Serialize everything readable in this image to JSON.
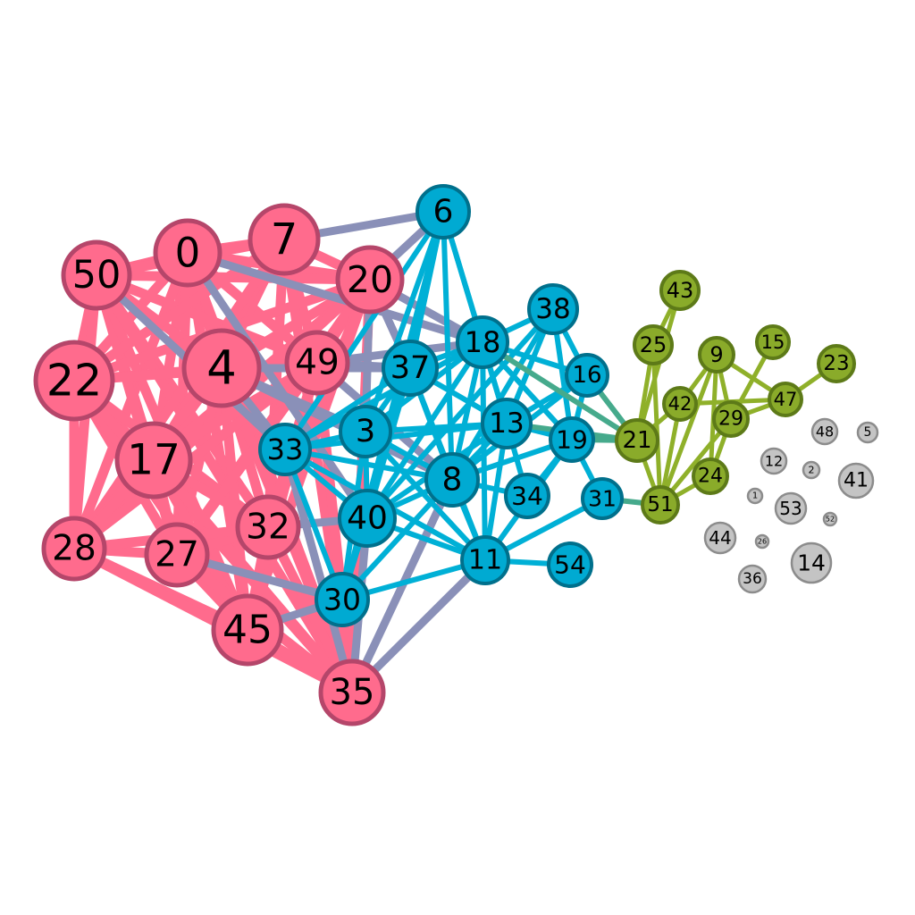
{
  "graph": {
    "colors": {
      "pink": "#ff6b8d",
      "pink_border": "#b5466a",
      "blue": "#00aad2",
      "blue_border": "#00708c",
      "green": "#8aab2a",
      "green_border": "#5d7a18",
      "gray": "#c4c4c4",
      "gray_border": "#8c8c8c",
      "edge_pink": "#ff6b8d",
      "edge_blue": "#00b0d6",
      "edge_green": "#8fb02a",
      "edge_mixed_pink_blue": "#8a90b8",
      "edge_mixed_blue_green": "#46aa8c"
    },
    "nodes": [
      {
        "id": "0",
        "group": "pink"
      },
      {
        "id": "50",
        "group": "pink"
      },
      {
        "id": "7",
        "group": "pink"
      },
      {
        "id": "20",
        "group": "pink"
      },
      {
        "id": "22",
        "group": "pink"
      },
      {
        "id": "4",
        "group": "pink"
      },
      {
        "id": "49",
        "group": "pink"
      },
      {
        "id": "17",
        "group": "pink"
      },
      {
        "id": "28",
        "group": "pink"
      },
      {
        "id": "27",
        "group": "pink"
      },
      {
        "id": "32",
        "group": "pink"
      },
      {
        "id": "45",
        "group": "pink"
      },
      {
        "id": "35",
        "group": "pink"
      },
      {
        "id": "6",
        "group": "blue"
      },
      {
        "id": "38",
        "group": "blue"
      },
      {
        "id": "18",
        "group": "blue"
      },
      {
        "id": "37",
        "group": "blue"
      },
      {
        "id": "16",
        "group": "blue"
      },
      {
        "id": "3",
        "group": "blue"
      },
      {
        "id": "13",
        "group": "blue"
      },
      {
        "id": "33",
        "group": "blue"
      },
      {
        "id": "19",
        "group": "blue"
      },
      {
        "id": "8",
        "group": "blue"
      },
      {
        "id": "34",
        "group": "blue"
      },
      {
        "id": "40",
        "group": "blue"
      },
      {
        "id": "31",
        "group": "blue"
      },
      {
        "id": "11",
        "group": "blue"
      },
      {
        "id": "54",
        "group": "blue"
      },
      {
        "id": "30",
        "group": "blue"
      },
      {
        "id": "43",
        "group": "green"
      },
      {
        "id": "25",
        "group": "green"
      },
      {
        "id": "9",
        "group": "green"
      },
      {
        "id": "15",
        "group": "green"
      },
      {
        "id": "23",
        "group": "green"
      },
      {
        "id": "42",
        "group": "green"
      },
      {
        "id": "47",
        "group": "green"
      },
      {
        "id": "29",
        "group": "green"
      },
      {
        "id": "21",
        "group": "green"
      },
      {
        "id": "24",
        "group": "green"
      },
      {
        "id": "51",
        "group": "green"
      },
      {
        "id": "48",
        "group": "gray"
      },
      {
        "id": "5",
        "group": "gray"
      },
      {
        "id": "12",
        "group": "gray"
      },
      {
        "id": "2",
        "group": "gray"
      },
      {
        "id": "41",
        "group": "gray"
      },
      {
        "id": "1",
        "group": "gray"
      },
      {
        "id": "53",
        "group": "gray"
      },
      {
        "id": "52",
        "group": "gray"
      },
      {
        "id": "44",
        "group": "gray"
      },
      {
        "id": "26",
        "group": "gray"
      },
      {
        "id": "14",
        "group": "gray"
      },
      {
        "id": "36",
        "group": "gray"
      }
    ],
    "edges": [
      [
        "0",
        "50"
      ],
      [
        "0",
        "7"
      ],
      [
        "0",
        "20"
      ],
      [
        "0",
        "22"
      ],
      [
        "0",
        "4"
      ],
      [
        "0",
        "49"
      ],
      [
        "0",
        "17"
      ],
      [
        "0",
        "28"
      ],
      [
        "0",
        "27"
      ],
      [
        "0",
        "32"
      ],
      [
        "0",
        "45"
      ],
      [
        "0",
        "35"
      ],
      [
        "50",
        "7"
      ],
      [
        "50",
        "20"
      ],
      [
        "50",
        "22"
      ],
      [
        "50",
        "4"
      ],
      [
        "50",
        "49"
      ],
      [
        "50",
        "17"
      ],
      [
        "50",
        "28"
      ],
      [
        "50",
        "27"
      ],
      [
        "50",
        "32"
      ],
      [
        "50",
        "45"
      ],
      [
        "50",
        "35"
      ],
      [
        "7",
        "20"
      ],
      [
        "7",
        "22"
      ],
      [
        "7",
        "4"
      ],
      [
        "7",
        "49"
      ],
      [
        "7",
        "17"
      ],
      [
        "7",
        "28"
      ],
      [
        "7",
        "32"
      ],
      [
        "7",
        "35"
      ],
      [
        "20",
        "22"
      ],
      [
        "20",
        "4"
      ],
      [
        "20",
        "49"
      ],
      [
        "20",
        "17"
      ],
      [
        "20",
        "28"
      ],
      [
        "20",
        "27"
      ],
      [
        "20",
        "32"
      ],
      [
        "20",
        "45"
      ],
      [
        "20",
        "35"
      ],
      [
        "22",
        "4"
      ],
      [
        "22",
        "49"
      ],
      [
        "22",
        "17"
      ],
      [
        "22",
        "28"
      ],
      [
        "22",
        "27"
      ],
      [
        "22",
        "32"
      ],
      [
        "22",
        "45"
      ],
      [
        "22",
        "35"
      ],
      [
        "4",
        "49"
      ],
      [
        "4",
        "17"
      ],
      [
        "4",
        "28"
      ],
      [
        "4",
        "27"
      ],
      [
        "4",
        "32"
      ],
      [
        "4",
        "45"
      ],
      [
        "4",
        "35"
      ],
      [
        "49",
        "17"
      ],
      [
        "49",
        "28"
      ],
      [
        "49",
        "27"
      ],
      [
        "49",
        "32"
      ],
      [
        "49",
        "45"
      ],
      [
        "49",
        "35"
      ],
      [
        "17",
        "28"
      ],
      [
        "17",
        "27"
      ],
      [
        "17",
        "32"
      ],
      [
        "17",
        "45"
      ],
      [
        "17",
        "35"
      ],
      [
        "28",
        "27"
      ],
      [
        "28",
        "45"
      ],
      [
        "28",
        "35"
      ],
      [
        "27",
        "32"
      ],
      [
        "27",
        "45"
      ],
      [
        "27",
        "35"
      ],
      [
        "32",
        "45"
      ],
      [
        "32",
        "35"
      ],
      [
        "45",
        "35"
      ],
      [
        "7",
        "6"
      ],
      [
        "20",
        "6"
      ],
      [
        "0",
        "18"
      ],
      [
        "50",
        "33"
      ],
      [
        "0",
        "40"
      ],
      [
        "4",
        "33"
      ],
      [
        "4",
        "37"
      ],
      [
        "49",
        "37"
      ],
      [
        "49",
        "18"
      ],
      [
        "20",
        "18"
      ],
      [
        "20",
        "37"
      ],
      [
        "4",
        "3"
      ],
      [
        "28",
        "32"
      ],
      [
        "27",
        "30"
      ],
      [
        "35",
        "8"
      ],
      [
        "35",
        "11"
      ],
      [
        "35",
        "40"
      ],
      [
        "35",
        "33"
      ],
      [
        "49",
        "8"
      ],
      [
        "32",
        "40"
      ],
      [
        "45",
        "30"
      ],
      [
        "20",
        "3"
      ],
      [
        "4",
        "8"
      ],
      [
        "6",
        "18"
      ],
      [
        "6",
        "37"
      ],
      [
        "6",
        "3"
      ],
      [
        "6",
        "13"
      ],
      [
        "6",
        "8"
      ],
      [
        "6",
        "40"
      ],
      [
        "6",
        "33"
      ],
      [
        "6",
        "30"
      ],
      [
        "38",
        "18"
      ],
      [
        "38",
        "13"
      ],
      [
        "38",
        "16"
      ],
      [
        "38",
        "19"
      ],
      [
        "38",
        "8"
      ],
      [
        "38",
        "40"
      ],
      [
        "18",
        "37"
      ],
      [
        "18",
        "3"
      ],
      [
        "18",
        "13"
      ],
      [
        "18",
        "19"
      ],
      [
        "18",
        "8"
      ],
      [
        "18",
        "40"
      ],
      [
        "18",
        "33"
      ],
      [
        "18",
        "11"
      ],
      [
        "18",
        "16"
      ],
      [
        "37",
        "3"
      ],
      [
        "37",
        "13"
      ],
      [
        "37",
        "8"
      ],
      [
        "37",
        "40"
      ],
      [
        "37",
        "33"
      ],
      [
        "37",
        "30"
      ],
      [
        "37",
        "11"
      ],
      [
        "16",
        "13"
      ],
      [
        "16",
        "19"
      ],
      [
        "16",
        "8"
      ],
      [
        "3",
        "13"
      ],
      [
        "3",
        "8"
      ],
      [
        "3",
        "40"
      ],
      [
        "3",
        "33"
      ],
      [
        "3",
        "30"
      ],
      [
        "3",
        "11"
      ],
      [
        "13",
        "19"
      ],
      [
        "13",
        "8"
      ],
      [
        "13",
        "34"
      ],
      [
        "13",
        "40"
      ],
      [
        "13",
        "11"
      ],
      [
        "13",
        "33"
      ],
      [
        "33",
        "8"
      ],
      [
        "33",
        "40"
      ],
      [
        "33",
        "30"
      ],
      [
        "33",
        "11"
      ],
      [
        "19",
        "34"
      ],
      [
        "19",
        "31"
      ],
      [
        "19",
        "8"
      ],
      [
        "19",
        "11"
      ],
      [
        "8",
        "34"
      ],
      [
        "8",
        "40"
      ],
      [
        "8",
        "11"
      ],
      [
        "8",
        "30"
      ],
      [
        "40",
        "11"
      ],
      [
        "40",
        "30"
      ],
      [
        "31",
        "11"
      ],
      [
        "11",
        "54"
      ],
      [
        "11",
        "30"
      ],
      [
        "18",
        "21"
      ],
      [
        "16",
        "21"
      ],
      [
        "19",
        "21"
      ],
      [
        "31",
        "51"
      ],
      [
        "13",
        "21"
      ],
      [
        "43",
        "25"
      ],
      [
        "25",
        "21"
      ],
      [
        "25",
        "51"
      ],
      [
        "43",
        "21"
      ],
      [
        "9",
        "42"
      ],
      [
        "9",
        "29"
      ],
      [
        "9",
        "51"
      ],
      [
        "9",
        "24"
      ],
      [
        "15",
        "29"
      ],
      [
        "23",
        "47"
      ],
      [
        "42",
        "47"
      ],
      [
        "42",
        "21"
      ],
      [
        "42",
        "51"
      ],
      [
        "47",
        "29"
      ],
      [
        "29",
        "51"
      ],
      [
        "29",
        "24"
      ],
      [
        "21",
        "51"
      ],
      [
        "24",
        "51"
      ],
      [
        "9",
        "47"
      ]
    ]
  }
}
